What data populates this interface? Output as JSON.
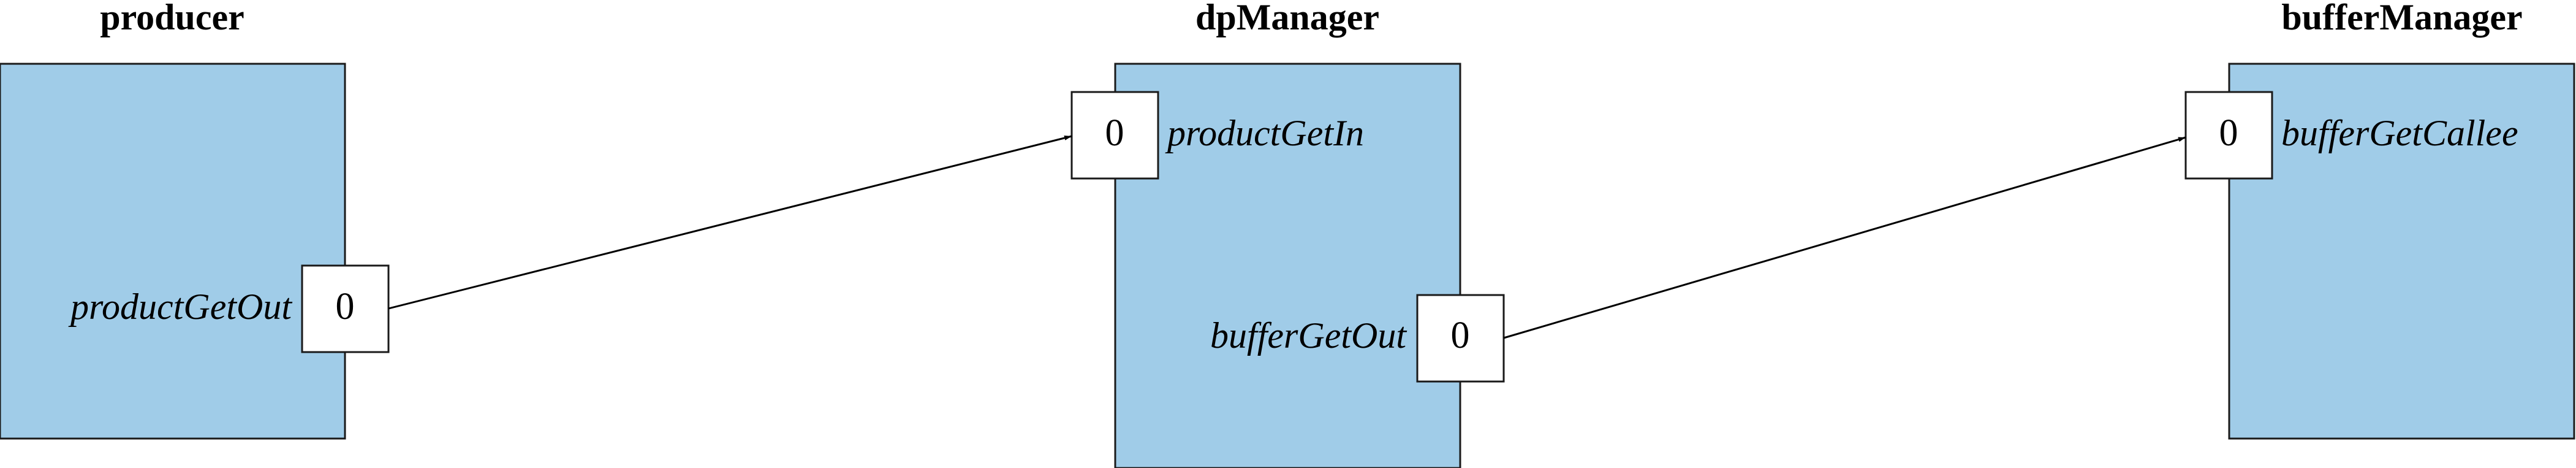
{
  "colors": {
    "component_fill": "#a0cce8",
    "port_fill": "#ffffff",
    "stroke": "#1a1a1a"
  },
  "components": {
    "producer": {
      "title": "producer",
      "ports": {
        "productGetOut": {
          "label": "productGetOut",
          "value": "0"
        }
      }
    },
    "dpManager": {
      "title": "dpManager",
      "ports": {
        "productGetIn": {
          "label": "productGetIn",
          "value": "0"
        },
        "bufferGetOut": {
          "label": "bufferGetOut",
          "value": "0"
        }
      }
    },
    "bufferManager": {
      "title": "bufferManager",
      "ports": {
        "bufferGetCallee": {
          "label": "bufferGetCallee",
          "value": "0"
        }
      }
    }
  },
  "connections": [
    {
      "from": "producer.productGetOut",
      "to": "dpManager.productGetIn"
    },
    {
      "from": "dpManager.bufferGetOut",
      "to": "bufferManager.bufferGetCallee"
    }
  ]
}
